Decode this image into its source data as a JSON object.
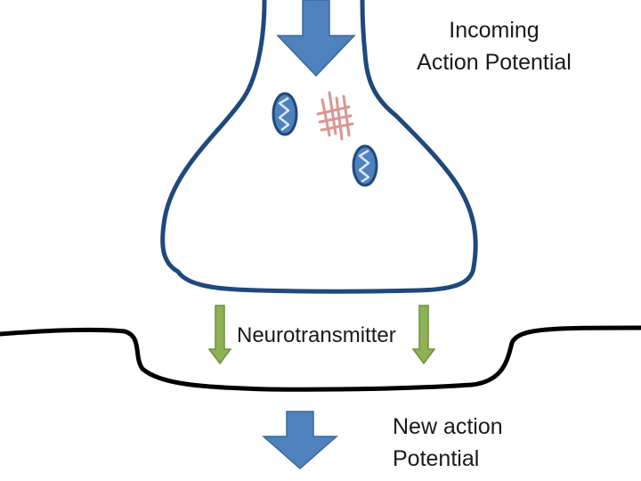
{
  "labels": {
    "incoming_line1": "Incoming",
    "incoming_line2": "Action Potential",
    "neurotransmitter": "Neurotransmitter",
    "new_line1": "New action",
    "new_line2": "Potential"
  },
  "colors": {
    "arrow_blue": "#4f81bd",
    "arrow_blue_stroke": "#3a6a9f",
    "terminal_outline": "#1f497d",
    "mitochondria_fill": "#4f81bd",
    "mitochondria_stroke": "#1f497d",
    "vesicle_red": "#d99694",
    "arrow_green": "#8db255",
    "arrow_green_stroke": "#6e8f3e",
    "membrane_black": "#000000",
    "text": "#1a1a1a"
  }
}
